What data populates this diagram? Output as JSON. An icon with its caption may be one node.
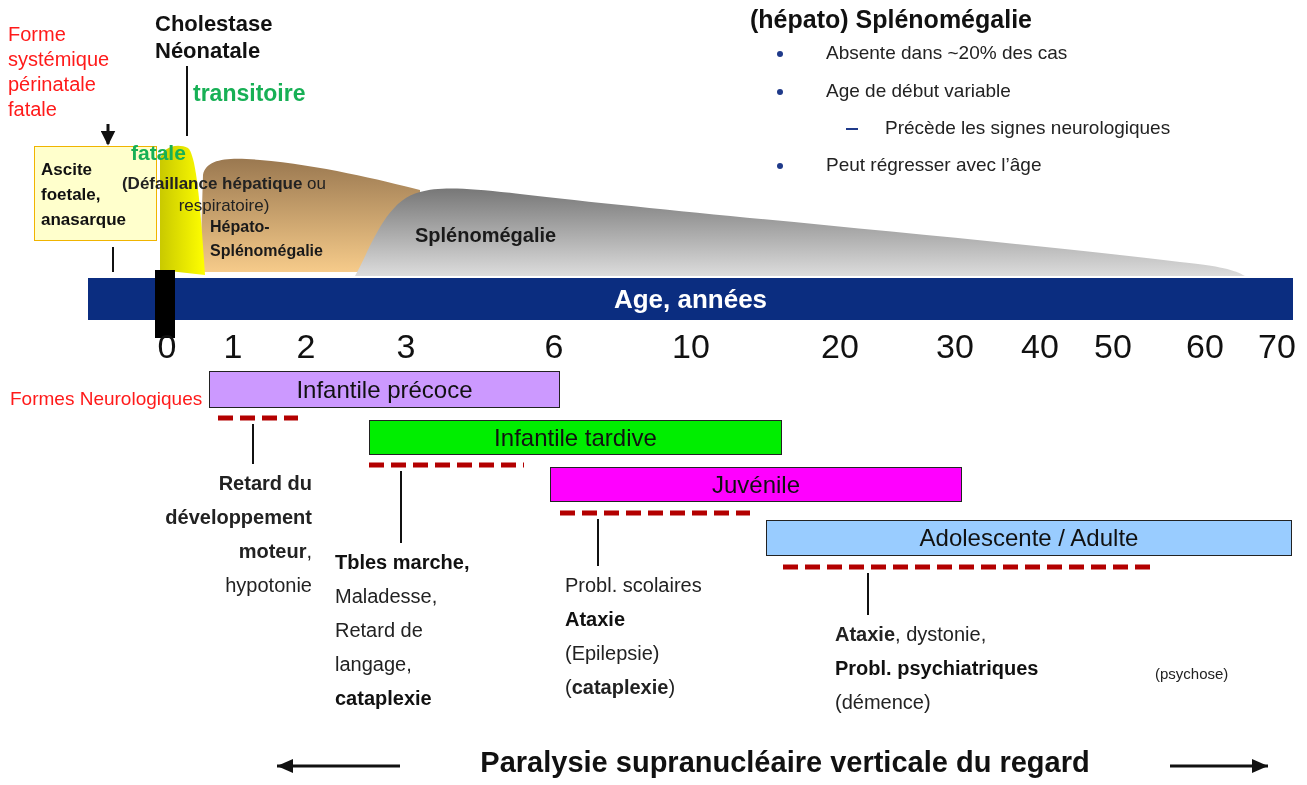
{
  "diagram": {
    "nodes": [
      {
        "text": [
          "Forme systémique périnatale fatale"
        ]
      },
      {
        "text": [
          "Cholestase Néonatale"
        ]
      },
      {
        "text": [
          "Ascite foetale, anasarque"
        ]
      },
      {
        "text": [],
        "shape": "bar"
      },
      {
        "text": [
          "Hépato- Splénomégalie"
        ]
      },
      {
        "text": [
          "Splénomégalie"
        ]
      },
      {
        "text": [
          "Age, années"
        ]
      },
      {
        "text": [
          "Infantile précoce"
        ]
      },
      {
        "text": [],
        "shape": "line"
      },
      {
        "text": [
          "Infantile tardive"
        ]
      },
      {
        "text": [],
        "shape": "line"
      },
      {
        "text": [
          "Juvénile"
        ]
      },
      {
        "text": [],
        "shape": "line"
      },
      {
        "text": [
          "Adolescente / Adulte"
        ]
      },
      {
        "text": [],
        "shape": "line"
      },
      {
        "text": [
          "**Retard du développement moteur**, hypotonie"
        ]
      },
      {
        "text": [
          "Tbles marche,",
          "Maladesse, Retard de langage,",
          "cataplexie"
        ]
      },
      {
        "text": [
          "Probl. scolaires",
          "Ataxie",
          "(Epilepsie)",
          "(**cataplexie**)"
        ]
      },
      {
        "text": [
          "**Ataxie**, dystonie,",
          "Probl. psychiatriques",
          "(psychose)",
          "(démence)"
        ]
      }
    ],
    "edges": [
      {
        "from": 0,
        "to": 2,
        "arrow": "to"
      },
      {
        "from": 1,
        "to": 3,
        "arrow": "none"
      },
      {
        "from": 2,
        "to": 6,
        "arrow": "none"
      },
      {
        "from": 8,
        "to": 15,
        "arrow": "none"
      },
      {
        "from": 10,
        "to": 16,
        "arrow": "none"
      },
      {
        "from": 12,
        "to": 17,
        "arrow": "none"
      },
      {
        "from": 14,
        "to": 18,
        "arrow": "none"
      }
    ],
    "labels": [
      "transitoire",
      "fatale",
      "**(Défaillance hépatique** ou respiratoire)",
      "(hépato) Splénomégalie",
      "Absente dans ~20% des cas",
      "Age de début variable",
      "Précède les signes neurologiques",
      "Peut régresser avec l’âge",
      "0",
      "1",
      "2",
      "3",
      "6",
      "10",
      "20",
      "30",
      "40",
      "50",
      "60",
      "70",
      "Formes Neurologiques",
      "Paralysie supranucléaire verticale du regard"
    ]
  }
}
